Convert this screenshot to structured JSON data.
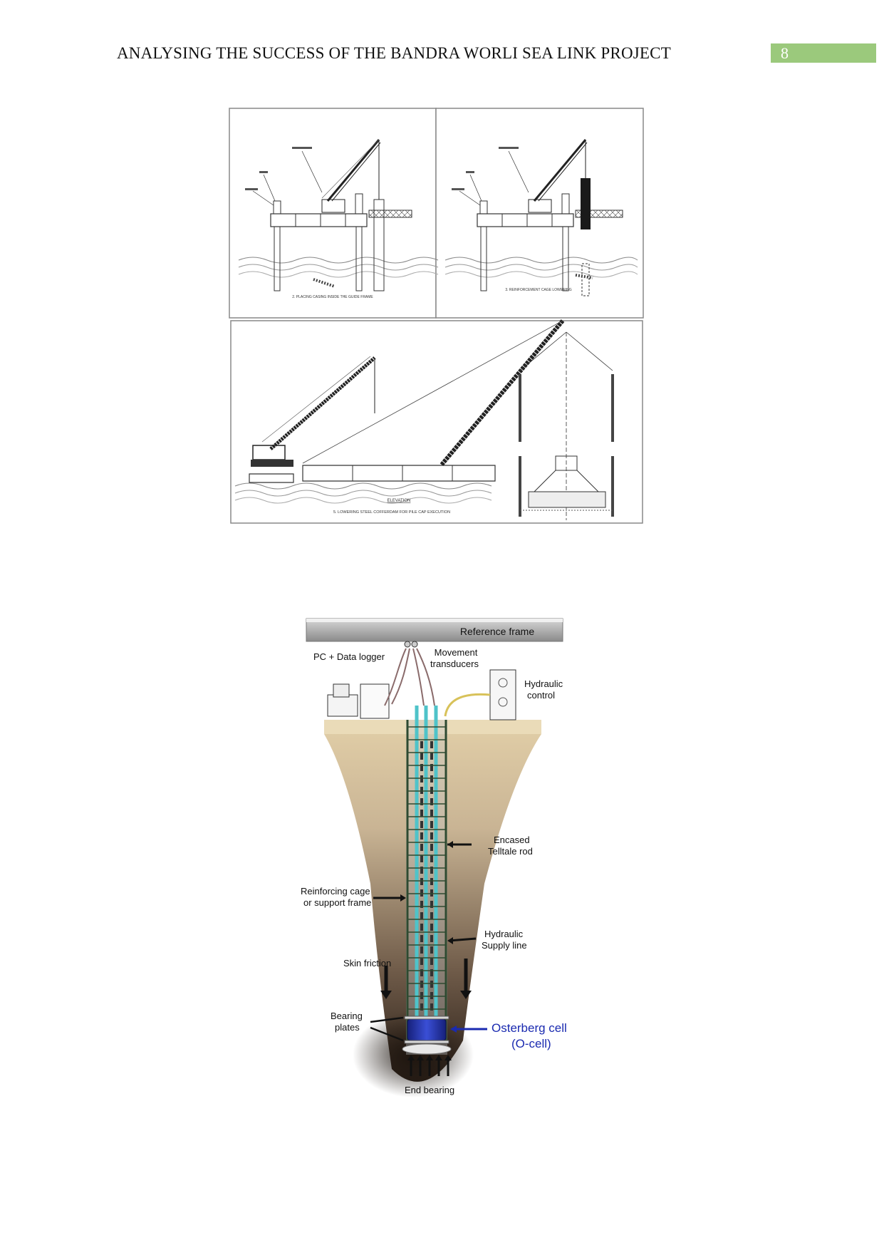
{
  "header": {
    "title": "ANALYSING THE SUCCESS OF THE BANDRA WORLI SEA LINK PROJECT",
    "page_number": "8"
  },
  "figure1": {
    "panel_top_left_caption": "2. PLACING CASING INSIDE THE GUIDE FRAME",
    "panel_top_right_caption": "3. REINFORCEMENT CAGE LOWERING",
    "panel_bottom_elevation": "ELEVATION",
    "panel_bottom_caption": "5. LOWERING STEEL COFFERDAM FOR PILE CAP EXECUTION"
  },
  "figure2": {
    "reference_frame": "Reference frame",
    "pc_logger_label": "PC + Data logger",
    "movement_transducers": [
      "Movement",
      "transducers"
    ],
    "hydraulic_control": [
      "Hydraulic",
      "control"
    ],
    "encased_telltale": [
      "Encased",
      "Telltale rod"
    ],
    "reinforcing_cage": [
      "Reinforcing cage",
      "or support frame"
    ],
    "hydraulic_supply": [
      "Hydraulic",
      "Supply line"
    ],
    "skin_friction": "Skin friction",
    "bearing_plates": [
      "Bearing",
      "plates"
    ],
    "osterberg_cell": [
      "Osterberg cell",
      "(O-cell)"
    ],
    "end_bearing": "End bearing"
  }
}
